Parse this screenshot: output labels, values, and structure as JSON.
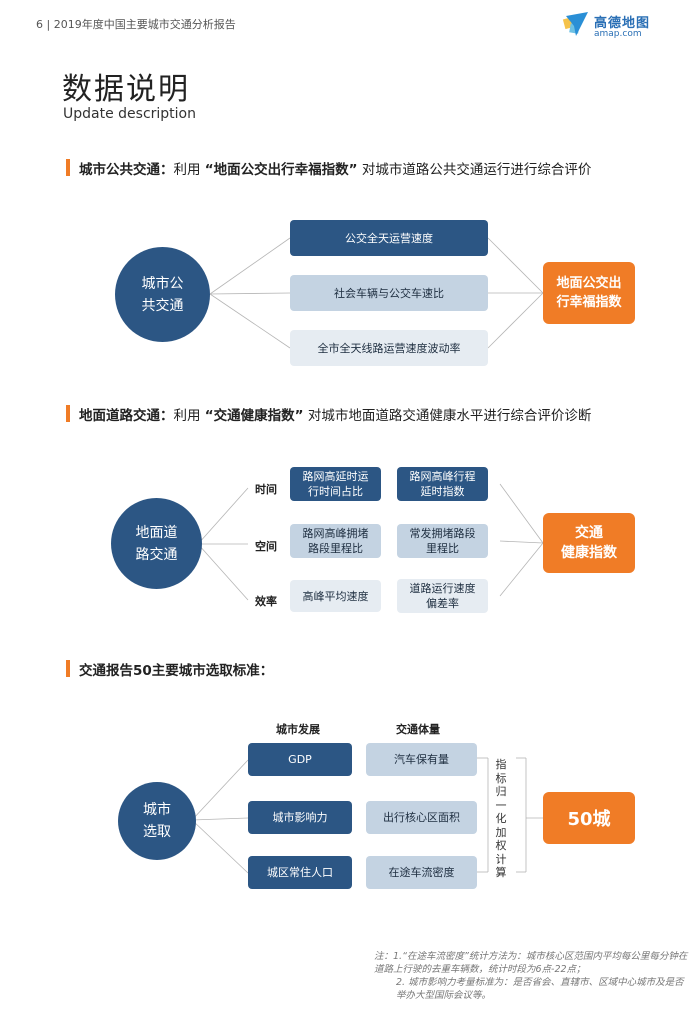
{
  "header": {
    "page_title": "6 | 2019年度中国主要城市交通分析报告"
  },
  "logo": {
    "name": "高德地图",
    "domain": "amap.com"
  },
  "title": "数据说明",
  "subtitle": "Update description",
  "section1": {
    "prefix": "城市公共交通：",
    "mid": "利用",
    "quote": "“地面公交出行幸福指数”",
    "suffix": "对城市道路公共交通运行进行综合评价",
    "circle": [
      "城市公",
      "共交通"
    ],
    "items": [
      "公交全天运营速度",
      "社会车辆与公交车速比",
      "全市全天线路运营速度波动率"
    ],
    "result": [
      "地面公交出",
      "行幸福指数"
    ]
  },
  "section2": {
    "prefix": "地面道路交通：",
    "mid": "利用",
    "quote": "“交通健康指数”",
    "suffix": "对城市地面道路交通健康水平进行综合评价诊断",
    "circle": [
      "地面道",
      "路交通"
    ],
    "rows": [
      {
        "label": "时间",
        "a": [
          "路网高延时运",
          "行时间占比"
        ],
        "b": [
          "路网高峰行程",
          "延时指数"
        ]
      },
      {
        "label": "空间",
        "a": [
          "路网高峰拥堵",
          "路段里程比"
        ],
        "b": [
          "常发拥堵路段",
          "里程比"
        ]
      },
      {
        "label": "效率",
        "a": [
          "高峰平均速度"
        ],
        "b": [
          "道路运行速度",
          "偏差率"
        ]
      }
    ],
    "result": [
      "交通",
      "健康指数"
    ]
  },
  "section3": {
    "heading": "交通报告50主要城市选取标准：",
    "col1": "城市发展",
    "col2": "交通体量",
    "circle": [
      "城市",
      "选取"
    ],
    "col1_items": [
      "GDP",
      "城市影响力",
      "城区常住人口"
    ],
    "col2_items": [
      "汽车保有量",
      "出行核心区面积",
      "在途车流密度"
    ],
    "vertical": [
      "指",
      "标",
      "归",
      "一",
      "化",
      "加",
      "权",
      "计",
      "算"
    ],
    "result": "50城"
  },
  "notes": [
    "注：1.“在途车流密度”统计方法为：城市核心区范围内平均每公里每分钟在道路上行驶的去重车辆数，统计时段为6点-22点；",
    "2. 城市影响力考量标准为：是否省会、直辖市、区域中心城市及是否举办大型国际会议等。"
  ],
  "colors": {
    "navy": "#2c5684",
    "orange": "#f07c26",
    "mid_blue": "#c4d3e2",
    "light_blue": "#e6ecf2"
  }
}
